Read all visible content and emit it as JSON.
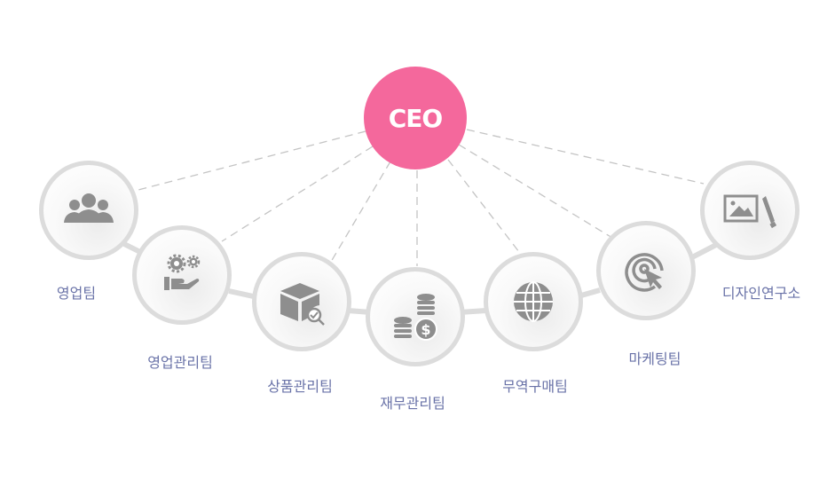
{
  "ceo": {
    "label": "CEO",
    "color": "#f4689c"
  },
  "teams": [
    {
      "label": "영업팀",
      "icon": "people-group-icon"
    },
    {
      "label": "영업관리팀",
      "icon": "gears-hand-icon"
    },
    {
      "label": "상품관리팀",
      "icon": "box-inspect-icon"
    },
    {
      "label": "재무관리팀",
      "icon": "coins-icon"
    },
    {
      "label": "무역구매팀",
      "icon": "globe-icon"
    },
    {
      "label": "마케팅팀",
      "icon": "target-cursor-icon"
    },
    {
      "label": "디자인연구소",
      "icon": "image-pencil-icon"
    }
  ]
}
